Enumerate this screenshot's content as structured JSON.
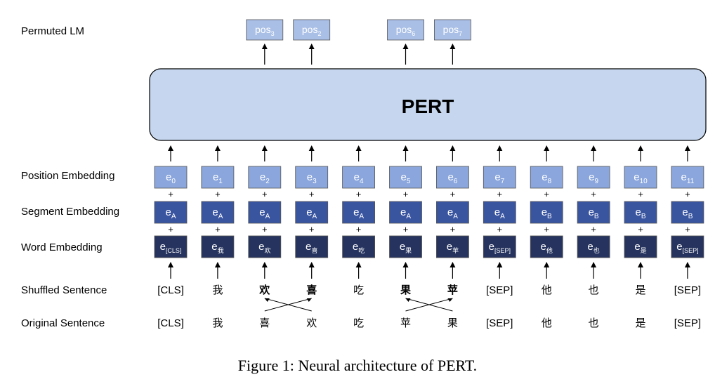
{
  "row_labels": {
    "permuted_lm": "Permuted LM",
    "position": "Position Embedding",
    "segment": "Segment Embedding",
    "word": "Word Embedding",
    "shuffled": "Shuffled Sentence",
    "original": "Original Sentence"
  },
  "model_name": "PERT",
  "plus": "+",
  "outputs": [
    {
      "col": 2,
      "base": "pos",
      "sub": "3"
    },
    {
      "col": 3,
      "base": "pos",
      "sub": "2"
    },
    {
      "col": 5,
      "base": "pos",
      "sub": "6"
    },
    {
      "col": 6,
      "base": "pos",
      "sub": "7"
    }
  ],
  "tokens": [
    {
      "pos_sub": "0",
      "seg_sub": "A",
      "word_sub": "[CLS]",
      "shuffled": "[CLS]",
      "bold": false,
      "original": "[CLS]"
    },
    {
      "pos_sub": "1",
      "seg_sub": "A",
      "word_sub": "我",
      "shuffled": "我",
      "bold": false,
      "original": "我"
    },
    {
      "pos_sub": "2",
      "seg_sub": "A",
      "word_sub": "欢",
      "shuffled": "欢",
      "bold": true,
      "original": "喜"
    },
    {
      "pos_sub": "3",
      "seg_sub": "A",
      "word_sub": "喜",
      "shuffled": "喜",
      "bold": true,
      "original": "欢"
    },
    {
      "pos_sub": "4",
      "seg_sub": "A",
      "word_sub": "吃",
      "shuffled": "吃",
      "bold": false,
      "original": "吃"
    },
    {
      "pos_sub": "5",
      "seg_sub": "A",
      "word_sub": "果",
      "shuffled": "果",
      "bold": true,
      "original": "苹"
    },
    {
      "pos_sub": "6",
      "seg_sub": "A",
      "word_sub": "苹",
      "shuffled": "苹",
      "bold": true,
      "original": "果"
    },
    {
      "pos_sub": "7",
      "seg_sub": "A",
      "word_sub": "[SEP]",
      "shuffled": "[SEP]",
      "bold": false,
      "original": "[SEP]"
    },
    {
      "pos_sub": "8",
      "seg_sub": "B",
      "word_sub": "他",
      "shuffled": "他",
      "bold": false,
      "original": "他"
    },
    {
      "pos_sub": "9",
      "seg_sub": "B",
      "word_sub": "也",
      "shuffled": "也",
      "bold": false,
      "original": "也"
    },
    {
      "pos_sub": "10",
      "seg_sub": "B",
      "word_sub": "是",
      "shuffled": "是",
      "bold": false,
      "original": "是"
    },
    {
      "pos_sub": "11",
      "seg_sub": "B",
      "word_sub": "[SEP]",
      "shuffled": "[SEP]",
      "bold": false,
      "original": "[SEP]"
    }
  ],
  "embedding_base": "e",
  "swaps": [
    [
      2,
      3
    ],
    [
      5,
      6
    ]
  ],
  "colors": {
    "position_fill": "#8aa6dc",
    "segment_fill": "#3a55a0",
    "word_fill": "#25335e",
    "pert_fill": "#c5d6ee",
    "output_fill": "#a9bfe6"
  },
  "caption": "Figure 1:  Neural architecture of PERT."
}
